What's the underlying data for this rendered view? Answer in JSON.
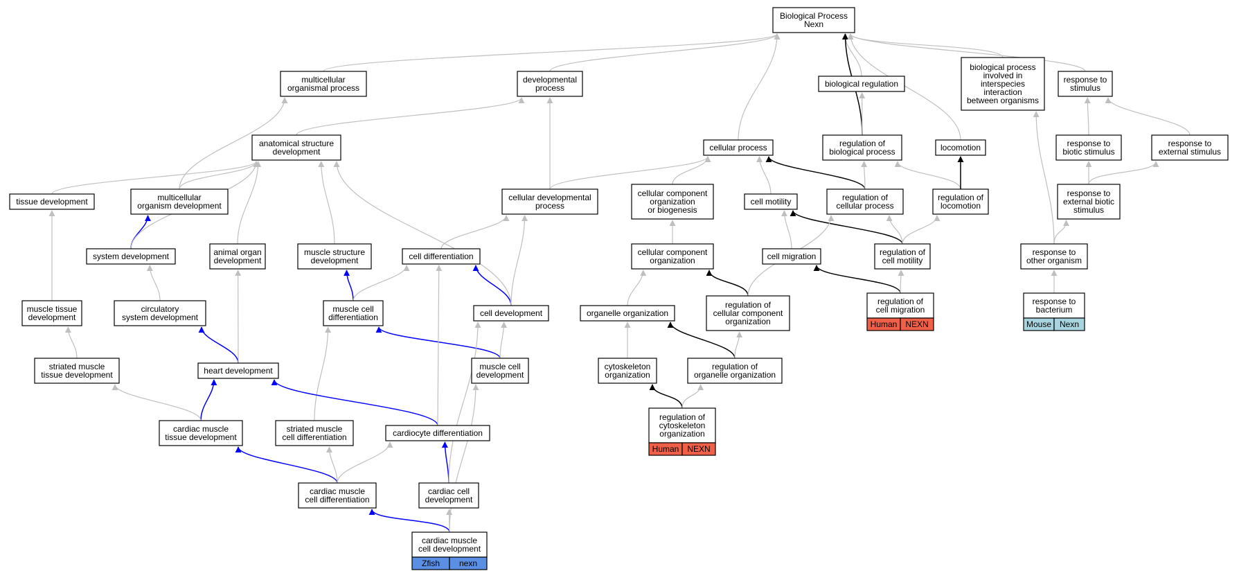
{
  "colors": {
    "black": "#000000",
    "gray": "#bfbfbf",
    "blue": "#0000ff",
    "zfish": "#5b8fe3",
    "human": "#f06048",
    "mouse": "#a8d4e0"
  },
  "nodes": [
    {
      "id": "bp",
      "lines": [
        "Biological Process",
        "Nexn"
      ]
    },
    {
      "id": "mop",
      "lines": [
        "multicellular",
        "organismal process"
      ]
    },
    {
      "id": "devp",
      "lines": [
        "developmental",
        "process"
      ]
    },
    {
      "id": "breg",
      "lines": [
        "biological regulation"
      ]
    },
    {
      "id": "bpinter",
      "lines": [
        "biological process",
        "involved in",
        "interspecies",
        "interaction",
        "between organisms"
      ]
    },
    {
      "id": "rstim",
      "lines": [
        "response to",
        "stimulus"
      ]
    },
    {
      "id": "asd",
      "lines": [
        "anatomical structure",
        "development"
      ]
    },
    {
      "id": "cellp",
      "lines": [
        "cellular process"
      ]
    },
    {
      "id": "regbp",
      "lines": [
        "regulation of",
        "biological process"
      ]
    },
    {
      "id": "loco",
      "lines": [
        "locomotion"
      ]
    },
    {
      "id": "rbiot",
      "lines": [
        "response to",
        "biotic stimulus"
      ]
    },
    {
      "id": "rext",
      "lines": [
        "response to",
        "external stimulus"
      ]
    },
    {
      "id": "tissd",
      "lines": [
        "tissue development"
      ]
    },
    {
      "id": "mod",
      "lines": [
        "multicellular",
        "organism development"
      ]
    },
    {
      "id": "cdp",
      "lines": [
        "cellular developmental",
        "process"
      ]
    },
    {
      "id": "ccob",
      "lines": [
        "cellular component",
        "organization",
        "or biogenesis"
      ]
    },
    {
      "id": "cmot",
      "lines": [
        "cell motility"
      ]
    },
    {
      "id": "regcp",
      "lines": [
        "regulation of",
        "cellular process"
      ]
    },
    {
      "id": "regloco",
      "lines": [
        "regulation of",
        "locomotion"
      ]
    },
    {
      "id": "rebs",
      "lines": [
        "response to",
        "external biotic",
        "stimulus"
      ]
    },
    {
      "id": "sysd",
      "lines": [
        "system development"
      ]
    },
    {
      "id": "aod",
      "lines": [
        "animal organ",
        "development"
      ]
    },
    {
      "id": "msd",
      "lines": [
        "muscle structure",
        "development"
      ]
    },
    {
      "id": "celldiff",
      "lines": [
        "cell differentiation"
      ]
    },
    {
      "id": "cco",
      "lines": [
        "cellular component",
        "organization"
      ]
    },
    {
      "id": "cmig",
      "lines": [
        "cell migration"
      ]
    },
    {
      "id": "regcm",
      "lines": [
        "regulation of",
        "cell motility"
      ]
    },
    {
      "id": "roo",
      "lines": [
        "response to",
        "other organism"
      ]
    },
    {
      "id": "mtd",
      "lines": [
        "muscle tissue",
        "development"
      ]
    },
    {
      "id": "csd",
      "lines": [
        "circulatory",
        "system development"
      ]
    },
    {
      "id": "mcdiff",
      "lines": [
        "muscle cell",
        "differentiation"
      ]
    },
    {
      "id": "celldev",
      "lines": [
        "cell development"
      ]
    },
    {
      "id": "oo",
      "lines": [
        "organelle organization"
      ]
    },
    {
      "id": "regcco",
      "lines": [
        "regulation of",
        "cellular component",
        "organization"
      ]
    },
    {
      "id": "regcmig",
      "lines": [
        "regulation of",
        "cell migration"
      ],
      "annotation": [
        "Human",
        "NEXN"
      ],
      "annColor": "human"
    },
    {
      "id": "rbact",
      "lines": [
        "response to",
        "bacterium"
      ],
      "annotation": [
        "Mouse",
        "Nexn"
      ],
      "annColor": "mouse"
    },
    {
      "id": "smtd",
      "lines": [
        "striated muscle",
        "tissue development"
      ]
    },
    {
      "id": "heartd",
      "lines": [
        "heart development"
      ]
    },
    {
      "id": "mcd",
      "lines": [
        "muscle cell",
        "development"
      ]
    },
    {
      "id": "cytoo",
      "lines": [
        "cytoskeleton",
        "organization"
      ]
    },
    {
      "id": "regoo",
      "lines": [
        "regulation of",
        "organelle organization"
      ]
    },
    {
      "id": "cmtd",
      "lines": [
        "cardiac muscle",
        "tissue development"
      ]
    },
    {
      "id": "smcd",
      "lines": [
        "striated muscle",
        "cell differentiation"
      ]
    },
    {
      "id": "cardd",
      "lines": [
        "cardiocyte differentiation"
      ]
    },
    {
      "id": "regcyto",
      "lines": [
        "regulation of",
        "cytoskeleton",
        "organization"
      ],
      "annotation": [
        "Human",
        "NEXN"
      ],
      "annColor": "human"
    },
    {
      "id": "cmcdiff",
      "lines": [
        "cardiac muscle",
        "cell differentiation"
      ]
    },
    {
      "id": "ccd",
      "lines": [
        "cardiac cell",
        "development"
      ]
    },
    {
      "id": "cmcdev",
      "lines": [
        "cardiac muscle",
        "cell development"
      ],
      "annotation": [
        "Zfish",
        "nexn"
      ],
      "annColor": "zfish"
    }
  ],
  "edges": [
    {
      "from": "mop",
      "to": "bp",
      "color": "gray"
    },
    {
      "from": "devp",
      "to": "bp",
      "color": "gray"
    },
    {
      "from": "breg",
      "to": "bp",
      "color": "gray"
    },
    {
      "from": "bpinter",
      "to": "bp",
      "color": "gray"
    },
    {
      "from": "rstim",
      "to": "bp",
      "color": "gray"
    },
    {
      "from": "cellp",
      "to": "bp",
      "color": "gray"
    },
    {
      "from": "regbp",
      "to": "bp",
      "color": "black"
    },
    {
      "from": "loco",
      "to": "bp",
      "color": "gray"
    },
    {
      "from": "asd",
      "to": "devp",
      "color": "gray"
    },
    {
      "from": "regbp",
      "to": "breg",
      "color": "gray"
    },
    {
      "from": "rbiot",
      "to": "rstim",
      "color": "gray"
    },
    {
      "from": "rext",
      "to": "rstim",
      "color": "gray"
    },
    {
      "from": "tissd",
      "to": "asd",
      "color": "gray"
    },
    {
      "from": "mod",
      "to": "asd",
      "color": "gray"
    },
    {
      "from": "mod",
      "to": "mop",
      "color": "gray"
    },
    {
      "from": "cdp",
      "to": "devp",
      "color": "gray"
    },
    {
      "from": "cdp",
      "to": "cellp",
      "color": "gray"
    },
    {
      "from": "ccob",
      "to": "cellp",
      "color": "gray"
    },
    {
      "from": "cmot",
      "to": "cellp",
      "color": "gray"
    },
    {
      "from": "regcp",
      "to": "cellp",
      "color": "black"
    },
    {
      "from": "regcp",
      "to": "regbp",
      "color": "gray"
    },
    {
      "from": "regloco",
      "to": "regbp",
      "color": "gray"
    },
    {
      "from": "regloco",
      "to": "loco",
      "color": "black"
    },
    {
      "from": "rebs",
      "to": "rbiot",
      "color": "gray"
    },
    {
      "from": "rebs",
      "to": "rext",
      "color": "gray"
    },
    {
      "from": "sysd",
      "to": "mod",
      "color": "blue"
    },
    {
      "from": "sysd",
      "to": "asd",
      "color": "gray"
    },
    {
      "from": "aod",
      "to": "asd",
      "color": "gray"
    },
    {
      "from": "msd",
      "to": "asd",
      "color": "gray"
    },
    {
      "from": "celldiff",
      "to": "cdp",
      "color": "gray"
    },
    {
      "from": "cco",
      "to": "ccob",
      "color": "gray"
    },
    {
      "from": "cmig",
      "to": "cmot",
      "color": "gray"
    },
    {
      "from": "regcm",
      "to": "cmot",
      "color": "black"
    },
    {
      "from": "regcm",
      "to": "regcp",
      "color": "gray"
    },
    {
      "from": "regcm",
      "to": "regloco",
      "color": "gray"
    },
    {
      "from": "roo",
      "to": "rebs",
      "color": "gray"
    },
    {
      "from": "roo",
      "to": "bpinter",
      "color": "gray"
    },
    {
      "from": "mtd",
      "to": "tissd",
      "color": "gray"
    },
    {
      "from": "csd",
      "to": "sysd",
      "color": "gray"
    },
    {
      "from": "mcdiff",
      "to": "msd",
      "color": "blue"
    },
    {
      "from": "mcdiff",
      "to": "celldiff",
      "color": "gray"
    },
    {
      "from": "celldev",
      "to": "celldiff",
      "color": "blue"
    },
    {
      "from": "celldev",
      "to": "cdp",
      "color": "gray"
    },
    {
      "from": "celldev",
      "to": "asd",
      "color": "gray"
    },
    {
      "from": "oo",
      "to": "cco",
      "color": "gray"
    },
    {
      "from": "regcco",
      "to": "cco",
      "color": "black"
    },
    {
      "from": "regcco",
      "to": "regcp",
      "color": "gray"
    },
    {
      "from": "regcmig",
      "to": "cmig",
      "color": "black"
    },
    {
      "from": "regcmig",
      "to": "regcm",
      "color": "gray"
    },
    {
      "from": "rbact",
      "to": "roo",
      "color": "gray"
    },
    {
      "from": "smtd",
      "to": "mtd",
      "color": "gray"
    },
    {
      "from": "heartd",
      "to": "csd",
      "color": "blue"
    },
    {
      "from": "heartd",
      "to": "aod",
      "color": "gray"
    },
    {
      "from": "mcd",
      "to": "mcdiff",
      "color": "blue"
    },
    {
      "from": "mcd",
      "to": "celldev",
      "color": "gray"
    },
    {
      "from": "cytoo",
      "to": "oo",
      "color": "gray"
    },
    {
      "from": "regoo",
      "to": "oo",
      "color": "black"
    },
    {
      "from": "regoo",
      "to": "regcco",
      "color": "gray"
    },
    {
      "from": "cmtd",
      "to": "heartd",
      "color": "blue"
    },
    {
      "from": "cmtd",
      "to": "smtd",
      "color": "gray"
    },
    {
      "from": "smcd",
      "to": "mcdiff",
      "color": "gray"
    },
    {
      "from": "cardd",
      "to": "heartd",
      "color": "blue"
    },
    {
      "from": "cardd",
      "to": "celldiff",
      "color": "gray"
    },
    {
      "from": "regcyto",
      "to": "cytoo",
      "color": "black"
    },
    {
      "from": "regcyto",
      "to": "regoo",
      "color": "gray"
    },
    {
      "from": "cmcdiff",
      "to": "cmtd",
      "color": "blue"
    },
    {
      "from": "cmcdiff",
      "to": "smcd",
      "color": "gray"
    },
    {
      "from": "cmcdiff",
      "to": "cardd",
      "color": "gray"
    },
    {
      "from": "ccd",
      "to": "cardd",
      "color": "blue"
    },
    {
      "from": "ccd",
      "to": "celldev",
      "color": "gray"
    },
    {
      "from": "cmcdev",
      "to": "cmcdiff",
      "color": "blue"
    },
    {
      "from": "cmcdev",
      "to": "ccd",
      "color": "gray"
    },
    {
      "from": "cmcdev",
      "to": "mcd",
      "color": "gray"
    }
  ]
}
